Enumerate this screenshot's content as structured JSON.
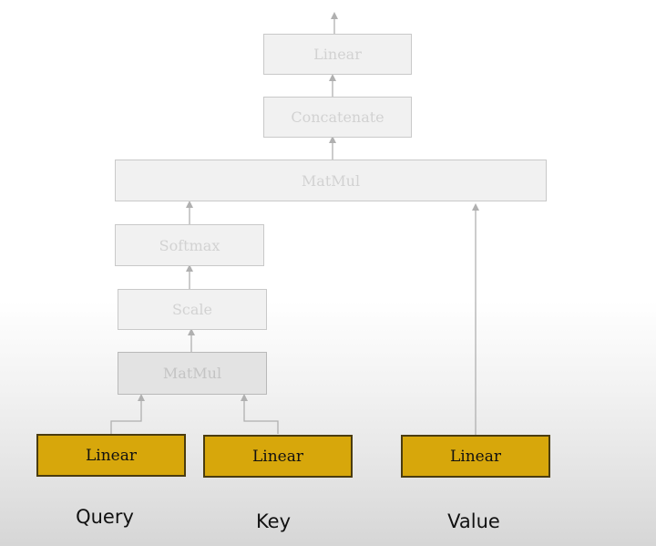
{
  "diagram": {
    "linear_top": "Linear",
    "concatenate": "Concatenate",
    "matmul_top": "MatMul",
    "softmax": "Softmax",
    "scale": "Scale",
    "matmul_bottom": "MatMul",
    "linear_query": "Linear",
    "linear_key": "Linear",
    "linear_value": "Linear"
  },
  "inputs": {
    "query": "Query",
    "key": "Key",
    "value": "Value"
  },
  "colors": {
    "projection_fill": "#d7a70b",
    "connector": "#b0b0b0"
  }
}
